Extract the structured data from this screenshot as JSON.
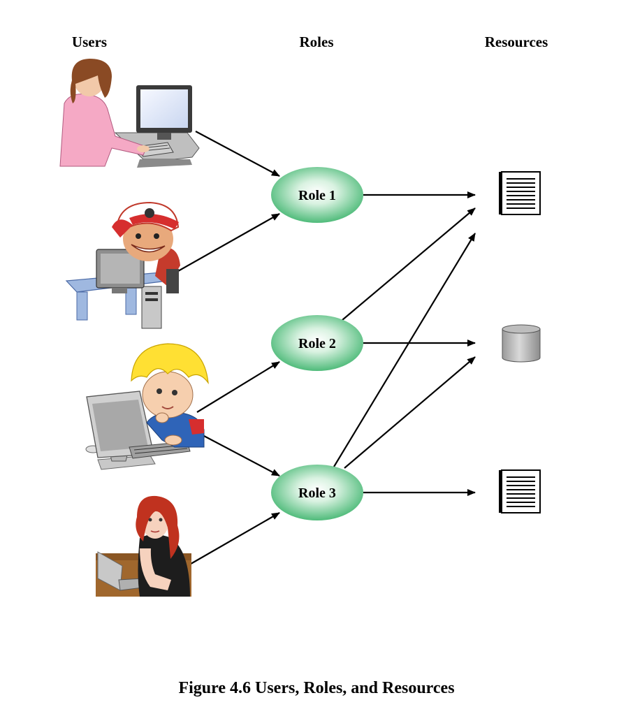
{
  "headers": {
    "users": "Users",
    "roles": "Roles",
    "resources": "Resources"
  },
  "roles": [
    "Role 1",
    "Role 2",
    "Role 3"
  ],
  "caption": "Figure 4.6  Users, Roles, and Resources",
  "colors": {
    "role_center": "#ffffff",
    "role_edge": "#3bb36b",
    "arrow": "#000000"
  },
  "users": [
    {
      "icon": "woman-at-desktop-icon"
    },
    {
      "icon": "hacker-boy-at-desktop-icon"
    },
    {
      "icon": "blond-boy-at-computer-icon"
    },
    {
      "icon": "redhead-woman-with-laptop-icon"
    }
  ],
  "resources": [
    {
      "icon": "document-icon"
    },
    {
      "icon": "database-icon"
    },
    {
      "icon": "document-icon"
    }
  ]
}
